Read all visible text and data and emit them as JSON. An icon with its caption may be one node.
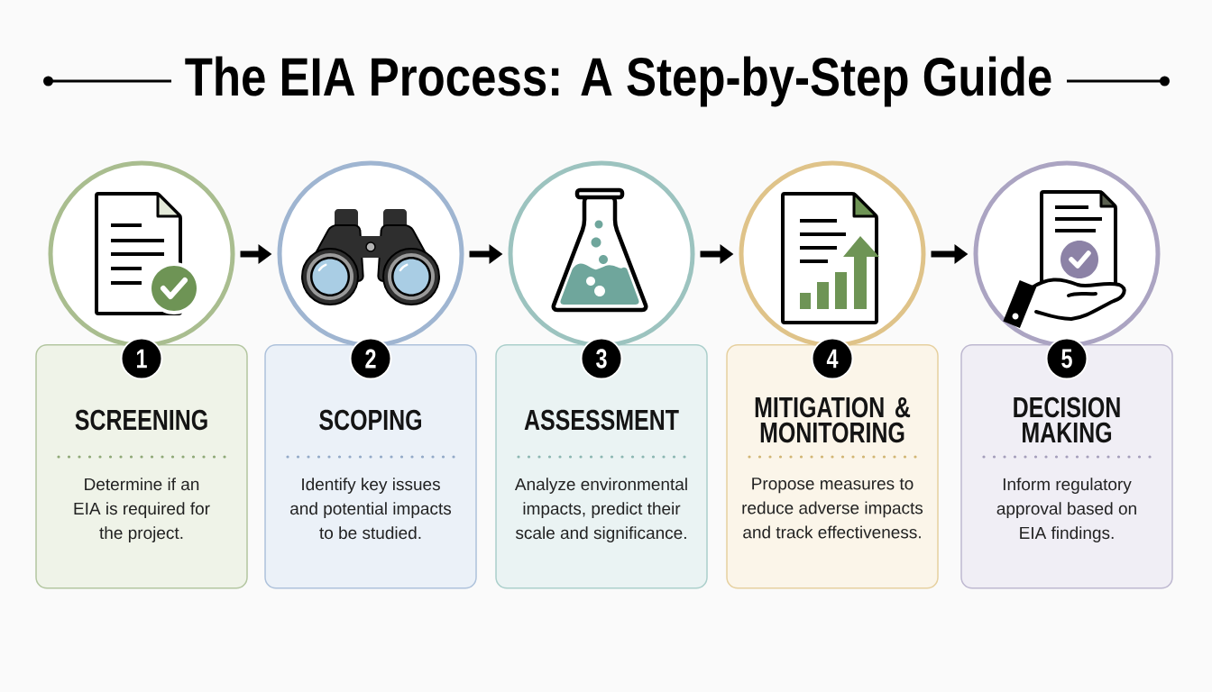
{
  "diagram": {
    "title": "The EIA Process: A Step-by-Step Guide",
    "nodes": [
      {
        "text": [],
        "shape": "circle"
      },
      {
        "text": [
          "1"
        ]
      },
      {
        "text": [
          "SCREENING",
          "Determine if an EIA is required for the project."
        ]
      },
      {
        "text": [],
        "shape": "circle"
      },
      {
        "text": [
          "2"
        ]
      },
      {
        "text": [
          "SCOPING",
          "Identify key issues and potential impacts to be studied."
        ]
      },
      {
        "text": [],
        "shape": "circle"
      },
      {
        "text": [
          "3"
        ]
      },
      {
        "text": [
          "ASSESSMENT",
          "Analyze environmental impacts, predict their scale and significance."
        ]
      },
      {
        "text": [],
        "shape": "circle"
      },
      {
        "text": [
          "4"
        ]
      },
      {
        "text": [
          "MITIGATION & MONITORING",
          "Propose measures to reduce adverse impacts and track effectiveness."
        ]
      },
      {
        "text": [],
        "shape": "circle"
      },
      {
        "text": [
          "5"
        ]
      },
      {
        "text": [
          "DECISION MAKING",
          "Inform regulatory approval based on EIA findings."
        ]
      }
    ],
    "edges": [
      {
        "from": 0,
        "to": 3,
        "arrow": "to"
      },
      {
        "from": 3,
        "to": 6,
        "arrow": "to"
      },
      {
        "from": 6,
        "to": 9,
        "arrow": "to"
      },
      {
        "from": 9,
        "to": 12,
        "arrow": "to"
      }
    ]
  }
}
